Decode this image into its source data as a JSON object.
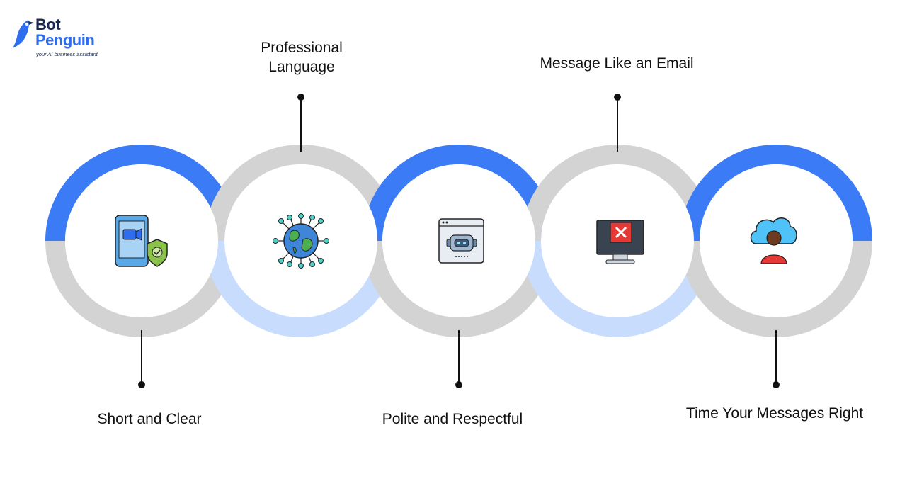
{
  "brand": {
    "line1": "Bot",
    "line2": "Penguin",
    "tagline": "your AI business assistant",
    "color": "#2f6df0"
  },
  "colors": {
    "blue_ring": "#3b7cf6",
    "light_blue_ring": "#c8dcfd",
    "gray_ring": "#d3d3d3"
  },
  "steps": [
    {
      "label": "Short and Clear",
      "icon": "phone-shield-icon"
    },
    {
      "label": "Professional Language",
      "icon": "globe-network-icon"
    },
    {
      "label": "Polite and Respectful",
      "icon": "robot-window-icon"
    },
    {
      "label": "Message Like an Email",
      "icon": "monitor-error-icon"
    },
    {
      "label": "Time Your Messages Right",
      "icon": "cloud-person-icon"
    }
  ]
}
